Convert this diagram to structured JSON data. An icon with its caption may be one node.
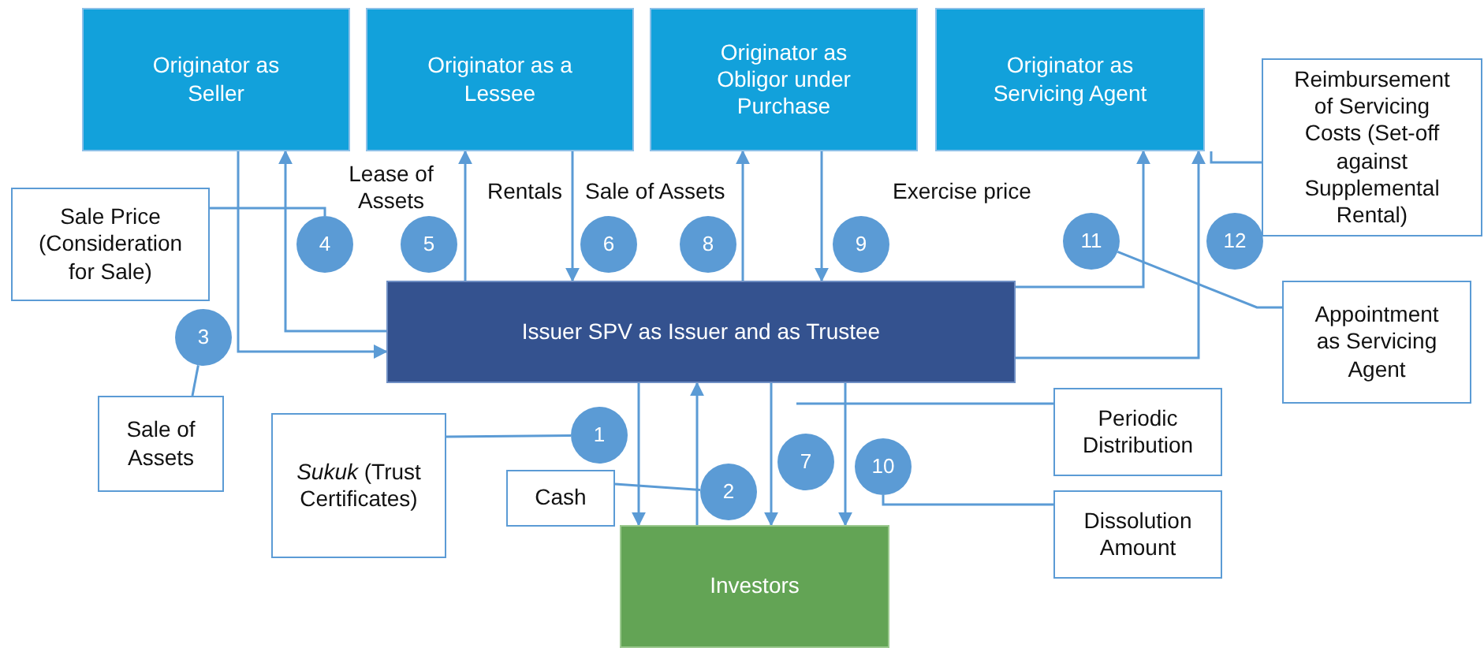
{
  "diagram": {
    "nodes": [
      {
        "text": [
          "Originator as Seller"
        ]
      },
      {
        "text": [
          "Originator as a Lessee"
        ]
      },
      {
        "text": [
          "Originator as Obligor under Purchase"
        ]
      },
      {
        "text": [
          "Originator as Servicing Agent"
        ]
      },
      {
        "text": [
          "Reimbursement of Servicing Costs (Set-off against Supplemental Rental)"
        ]
      },
      {
        "text": [
          "Sale Price (Consideration for Sale)"
        ]
      },
      {
        "text": [
          "Issuer SPV as Issuer and as Trustee"
        ]
      },
      {
        "text": [
          "Sale of Assets"
        ]
      },
      {
        "text": [
          "*Sukuk* (Trust Certificates)"
        ]
      },
      {
        "text": [
          "Cash"
        ]
      },
      {
        "text": [
          "Periodic Distribution"
        ]
      },
      {
        "text": [
          "Dissolution Amount"
        ]
      },
      {
        "text": [
          "Appointment as Servicing Agent"
        ]
      },
      {
        "text": [
          "Investors"
        ]
      },
      {
        "text": [
          "1"
        ]
      },
      {
        "text": [
          "2"
        ]
      },
      {
        "text": [
          "3"
        ]
      },
      {
        "text": [
          "4"
        ]
      },
      {
        "text": [
          "5"
        ]
      },
      {
        "text": [
          "6"
        ]
      },
      {
        "text": [
          "7"
        ]
      },
      {
        "text": [
          "8"
        ]
      },
      {
        "text": [
          "9"
        ]
      },
      {
        "text": [
          "10"
        ]
      },
      {
        "text": [
          "11"
        ]
      },
      {
        "text": [
          "12"
        ]
      }
    ],
    "edges": [
      {
        "from": 0,
        "to": 6,
        "arrow": "to"
      },
      {
        "from": 6,
        "to": 0,
        "arrow": "to"
      },
      {
        "from": 6,
        "to": 1,
        "arrow": "to"
      },
      {
        "from": 1,
        "to": 6,
        "arrow": "to"
      },
      {
        "from": 6,
        "to": 2,
        "arrow": "to"
      },
      {
        "from": 2,
        "to": 6,
        "arrow": "to"
      },
      {
        "from": 6,
        "to": 3,
        "arrow": "to"
      },
      {
        "from": 6,
        "to": 3,
        "arrow": "to"
      },
      {
        "from": 6,
        "to": 13,
        "arrow": "to"
      },
      {
        "from": 13,
        "to": 6,
        "arrow": "to"
      },
      {
        "from": 6,
        "to": 13,
        "arrow": "to"
      },
      {
        "from": 6,
        "to": 13,
        "arrow": "to"
      },
      {
        "from": 5,
        "to": 17,
        "arrow": "none"
      },
      {
        "from": 7,
        "to": 16,
        "arrow": "none"
      },
      {
        "from": 8,
        "to": 14,
        "arrow": "none"
      },
      {
        "from": 9,
        "to": 15,
        "arrow": "none"
      },
      {
        "from": 10,
        "to": null,
        "arrow": "none"
      },
      {
        "from": 11,
        "to": 23,
        "arrow": "none"
      },
      {
        "from": 4,
        "to": 3,
        "arrow": "none"
      },
      {
        "from": 12,
        "to": 24,
        "arrow": "none"
      }
    ],
    "labels": [
      "Lease of Assets",
      "Rentals",
      "Sale of Assets",
      "Exercise price"
    ]
  }
}
